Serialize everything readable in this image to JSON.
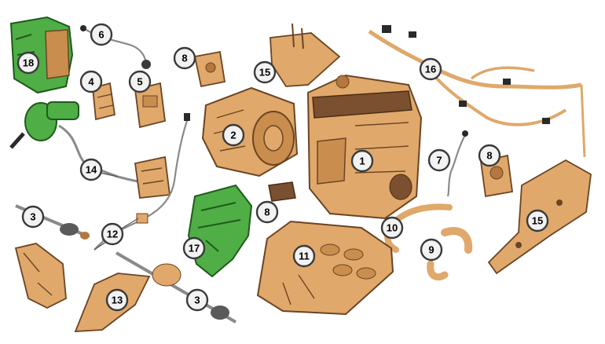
{
  "diagram": {
    "colors": {
      "part_fill": "#e0a86a",
      "part_dark": "#6b4424",
      "part_mid": "#b5773e",
      "highlight_fill": "#4fae45",
      "highlight_dark": "#1f5a1b",
      "callout_fill": "#f2f2f2",
      "callout_stroke": "#3a3a3a",
      "line": "#555555"
    },
    "callouts": [
      {
        "id": "c1",
        "label": "1"
      },
      {
        "id": "c2",
        "label": "2"
      },
      {
        "id": "c3a",
        "label": "3"
      },
      {
        "id": "c3b",
        "label": "3"
      },
      {
        "id": "c4",
        "label": "4"
      },
      {
        "id": "c5",
        "label": "5"
      },
      {
        "id": "c6",
        "label": "6"
      },
      {
        "id": "c7",
        "label": "7"
      },
      {
        "id": "c8a",
        "label": "8"
      },
      {
        "id": "c8b",
        "label": "8"
      },
      {
        "id": "c8c",
        "label": "8"
      },
      {
        "id": "c9",
        "label": "9"
      },
      {
        "id": "c10",
        "label": "10"
      },
      {
        "id": "c11",
        "label": "11"
      },
      {
        "id": "c12",
        "label": "12"
      },
      {
        "id": "c13",
        "label": "13"
      },
      {
        "id": "c14",
        "label": "14"
      },
      {
        "id": "c15a",
        "label": "15"
      },
      {
        "id": "c15b",
        "label": "15"
      },
      {
        "id": "c16",
        "label": "16"
      },
      {
        "id": "c17",
        "label": "17"
      },
      {
        "id": "c18",
        "label": "18"
      }
    ]
  }
}
